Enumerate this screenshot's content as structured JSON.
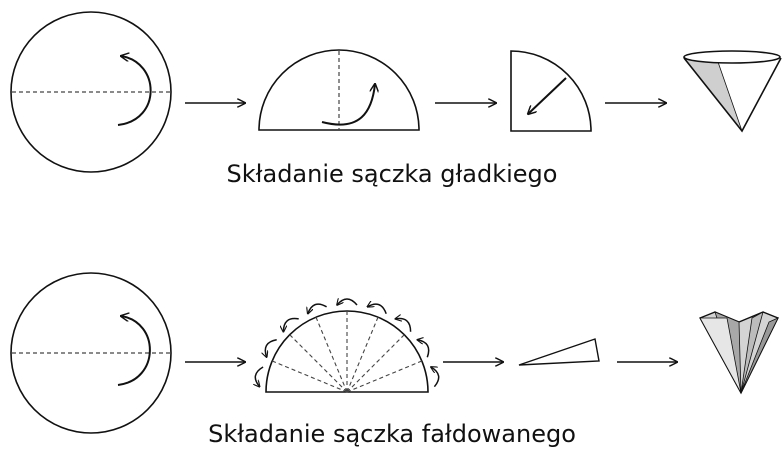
{
  "captions": {
    "smooth": "Składanie sączka gładkiego",
    "pleated": "Składanie sączka fałdowanego"
  },
  "colors": {
    "line": "#111111",
    "fold_dashes": "#444444",
    "cone_fill": "#d9d9d9",
    "cone_shadow": "#a8a8a8"
  },
  "icons": [
    "circle-paper",
    "half-circle",
    "quarter-circle",
    "cone",
    "pleated-fan",
    "wedge",
    "pleated-cone",
    "arrow-right",
    "curved-arrow"
  ]
}
